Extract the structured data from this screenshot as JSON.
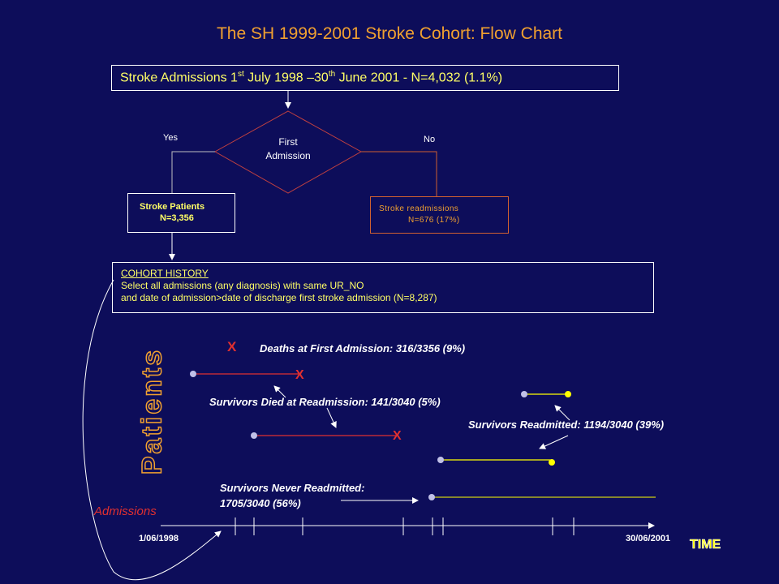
{
  "title": "The SH 1999-2001 Stroke Cohort: Flow Chart",
  "admissions_box": {
    "prefix": "Stroke Admissions 1",
    "sup1": "st",
    "mid": " July 1998 –30",
    "sup2": "th",
    "suffix": " June 2001 - N=4,032 (1.1%)"
  },
  "decision": {
    "line1": "First",
    "line2": "Admission",
    "yes": "Yes",
    "no": "No"
  },
  "stroke_patients": {
    "line1": "Stroke Patients",
    "line2": "N=3,356"
  },
  "readmissions": {
    "line1": "Stroke readmissions",
    "line2": "N=676 (17%)"
  },
  "cohort": {
    "heading": "COHORT HISTORY",
    "line1": "Select all admissions (any diagnosis) with same UR_NO",
    "line2": "and date of admission>date of discharge first stroke admission (N=8,287)"
  },
  "deaths_first": "Deaths at First Admission: 316/3356 (9%)",
  "survivors_died": "Survivors Died at Readmission: 141/3040 (5%)",
  "survivors_readmitted": "Survivors Readmitted: 1194/3040 (39%)",
  "never_readmitted": {
    "line1": "Survivors Never Readmitted:",
    "line2": "1705/3040 (56%)"
  },
  "patients_label": "Patients",
  "admissions_label": "Admissions",
  "timeline": {
    "start": "1/06/1998",
    "end": "30/06/2001",
    "axis_label": "TIME"
  },
  "marker_x": "X",
  "colors": {
    "background": "#0d0d5a",
    "title": "#f0a030",
    "diamond_stroke": "#c04040",
    "readmission_box": "#d06030",
    "red_line": "#e03030",
    "yellow_line": "#ffff00",
    "point": "#c0c0e8"
  }
}
